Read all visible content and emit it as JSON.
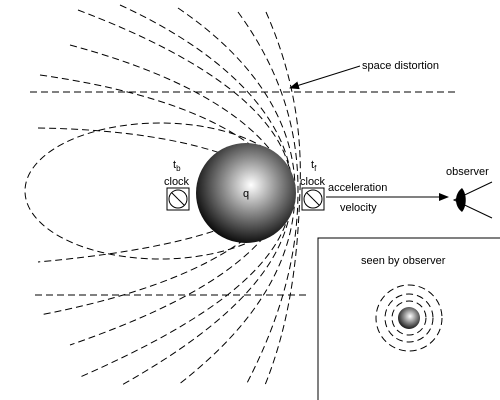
{
  "labels": {
    "space_distortion": "space distortion",
    "clock_back_symbol": "t",
    "clock_back_sub": "b",
    "clock_back_word": "clock",
    "clock_front_symbol": "t",
    "clock_front_sub": "f",
    "clock_front_word": "clock",
    "charge": "q",
    "acceleration": "acceleration",
    "velocity": "velocity",
    "observer": "observer",
    "inset_title": "seen by observer"
  },
  "colors": {
    "ink": "#000000",
    "sphere_highlight": "#ffffff",
    "sphere_mid": "#8a8a8a",
    "sphere_dark": "#000000",
    "eye_fill": "#000000"
  },
  "icons": {
    "clock_back": "clock-icon",
    "clock_front": "clock-icon",
    "eye": "eye-icon"
  }
}
